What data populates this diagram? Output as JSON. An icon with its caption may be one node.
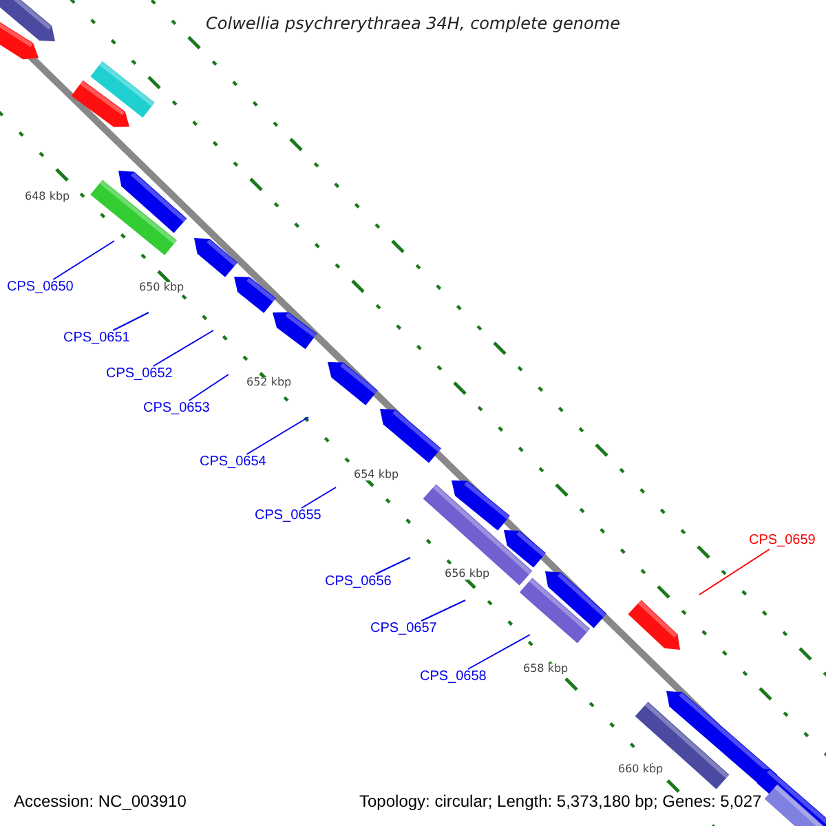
{
  "diagram": {
    "title": "Colwellia psychrerythraea 34H, complete genome",
    "nodes": [
      {
        "text": [
          "CPS_0650"
        ]
      },
      {
        "text": [
          "CPS_0651"
        ]
      },
      {
        "text": [
          "CPS_0652"
        ]
      },
      {
        "text": [
          "CPS_0653"
        ]
      },
      {
        "text": [
          "CPS_0654"
        ]
      },
      {
        "text": [
          "CPS_0655"
        ]
      },
      {
        "text": [
          "CPS_0656"
        ]
      },
      {
        "text": [
          "CPS_0657"
        ]
      },
      {
        "text": [
          "CPS_0658"
        ]
      },
      {
        "text": [
          "CPS_0659"
        ]
      }
    ],
    "edges": [
      {
        "from": 0,
        "to": null,
        "arrow": "none"
      },
      {
        "from": 1,
        "to": null,
        "arrow": "none"
      },
      {
        "from": 2,
        "to": null,
        "arrow": "none"
      },
      {
        "from": 3,
        "to": null,
        "arrow": "none"
      },
      {
        "from": 4,
        "to": null,
        "arrow": "none"
      },
      {
        "from": 5,
        "to": null,
        "arrow": "none"
      },
      {
        "from": 6,
        "to": null,
        "arrow": "none"
      },
      {
        "from": 7,
        "to": null,
        "arrow": "none"
      },
      {
        "from": 8,
        "to": null,
        "arrow": "none"
      },
      {
        "from": 9,
        "to": null,
        "arrow": "none",
        "color": "#ff0000"
      }
    ],
    "labels": [
      "648 kbp",
      "650 kbp",
      "652 kbp",
      "654 kbp",
      "656 kbp",
      "658 kbp",
      "660 kbp",
      "Accession: NC_003910",
      "Topology: circular; Length: 5,373,180 bp; Genes: 5,027"
    ]
  }
}
